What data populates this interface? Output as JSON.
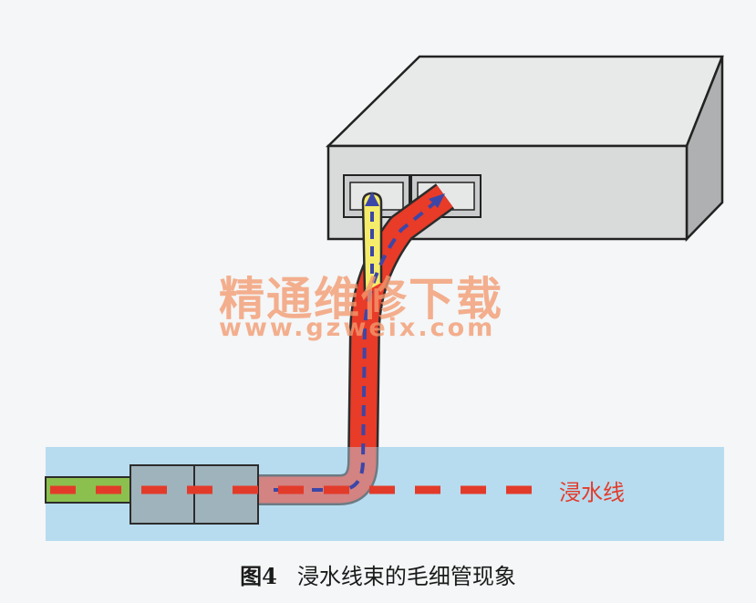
{
  "water_line_label": "浸水线",
  "caption": {
    "figure_number": "图4",
    "title": "浸水线束的毛细管现象"
  },
  "watermark": {
    "text": "精通维修下载",
    "url": "www.gzweix.com"
  },
  "colors": {
    "module_face": "#d9dada",
    "module_top": "#e8e9e9",
    "module_side": "#aeb0b1",
    "water": "#b7dcef",
    "wire_red": "#e83b28",
    "wire_yellow": "#f4ec6a",
    "wire_green": "#8cc04e",
    "connector_block": "#9fb3bc",
    "flow_arrow": "#3c46a8",
    "water_line": "#e33b2a"
  }
}
